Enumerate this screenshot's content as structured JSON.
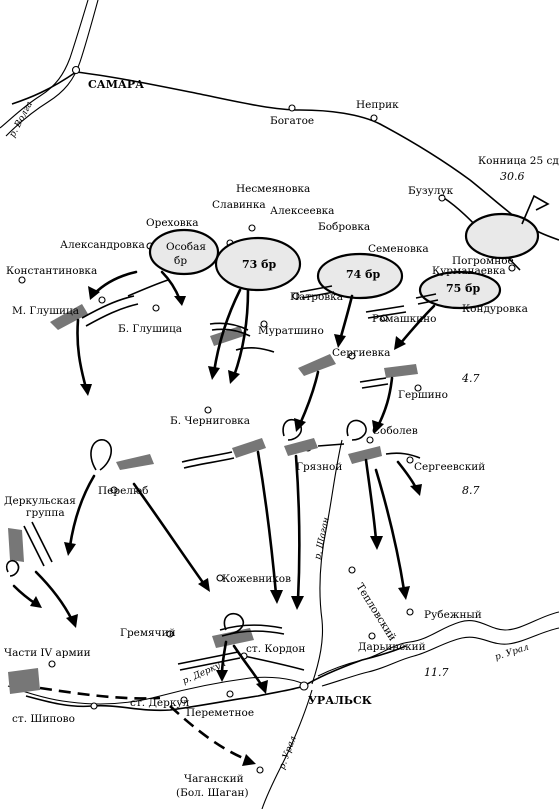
{
  "places": {
    "samara": "САМАРА",
    "volga": "р. Волга",
    "bogatoe": "Богатое",
    "neprik": "Неприк",
    "buzuluk": "Бузулук",
    "pogromnoe": "Погромное",
    "cavalry": "Конница 25 сд",
    "cavalry_date": "30.6",
    "slavinka": "Славинка",
    "nesmeyanovka": "Несмеяновка",
    "alekseevka": "Алексеевка",
    "orekhovka": "Ореховка",
    "aleksandrovka": "Александровка",
    "bobrovka": "Бобровка",
    "semenovka": "Семеновка",
    "kurmanaevka": "Курманаевка",
    "kondurovka": "Кондуровка",
    "konstantinovka": "Константиновка",
    "m_glushitsa": "М. Глушица",
    "b_glushitsa": "Б. Глушица",
    "patrovka": "Патровка",
    "romashkino": "Ромашкино",
    "muratshino": "Муратшино",
    "sergievka": "Сергиевка",
    "gershino": "Гершино",
    "date_4_7": "4.7",
    "b_chernigovka": "Б. Черниговка",
    "sobolev": "Соболев",
    "gryaznoy": "Грязной",
    "sergeevskiy": "Сергеевский",
    "perelyub": "Перелюб",
    "date_8_7": "8.7",
    "derkul_group_1": "Деркульская",
    "derkul_group_2": "группа",
    "kozhevnikov": "Кожевников",
    "teplovskiy": "Тепловский",
    "rubezhny": "Рубежный",
    "r_shagan": "р. Шаган",
    "r_ural_top": "р. Урал",
    "gremyachiy": "Гремячий",
    "st_kordon": "ст. Кордон",
    "daryinskiy": "Дарьинский",
    "date_11_7": "11.7",
    "chasti_1": "Части IV армии",
    "r_derkul": "р. Деркул",
    "uralsk": "УРАЛЬСК",
    "st_derkul": "ст. Деркул",
    "perementnoe": "Переметное",
    "st_shipovo": "ст. Шипово",
    "r_ural_bottom": "р. Урал",
    "chaganskiy": "Чаганский",
    "bol_shagan": "(Бол. Шаган)"
  },
  "units": {
    "osobaya_1": "Особая",
    "osobaya_2": "бр",
    "u73": "73 бр",
    "u74": "74 бр",
    "u75": "75 бр"
  }
}
